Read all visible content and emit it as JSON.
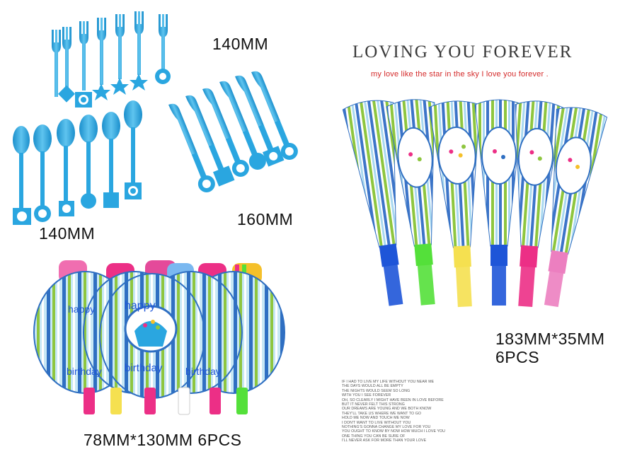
{
  "labels": {
    "fork_size": "140MM",
    "spoon_size": "140MM",
    "knife_size": "160MM",
    "horn_size_line1": "183MM*35MM",
    "horn_size_line2": "6PCS",
    "blowout_size": "78MM*130MM 6PCS"
  },
  "heading": "LOVING YOU FOREVER",
  "subheading": "my love like the star in the sky  I love you forever .",
  "poem_lines": [
    "IF I HAD TO LIVE MY LIFE WITHOUT YOU NEAR ME",
    "THE DAYS WOULD ALL BE EMPTY",
    "THE NIGHTS WOULD SEEM SO LONG",
    "WITH YOU I SEE FOREVER",
    "OH, SO CLEARLY I MIGHT HAVE BEEN IN LOVE BEFORE",
    "BUT IT NEVER FELT THIS STRONG",
    "OUR DREAMS ARE YOUNG AND WE BOTH KNOW",
    "THEY'LL TAKE US WHERE WE WANT TO GO",
    "HOLD ME NOW AND TOUCH ME NOW",
    "I DON'T WANT TO LIVE WITHOUT YOU",
    "NOTHING'S GONNA CHANGE MY LOVE FOR YOU",
    "YOU OUGHT TO KNOW BY NOW HOW MUCH I LOVE YOU",
    "ONE THING YOU CAN BE SURE OF",
    "I'LL NEVER ASK FOR MORE THAN YOUR LOVE"
  ],
  "print_text": {
    "happy": "happy",
    "birthday": "birthday"
  },
  "colors": {
    "cutlery_blue": "#2aa6e0",
    "stripe_blue": "#2f6fc2",
    "stripe_green": "#8ec63f",
    "stripe_light": "#c8e8f5",
    "tip_pink": "#ec2f86",
    "tip_green": "#54e03a",
    "tip_blue": "#1e55d8",
    "heading_red": "#d42a2a"
  }
}
